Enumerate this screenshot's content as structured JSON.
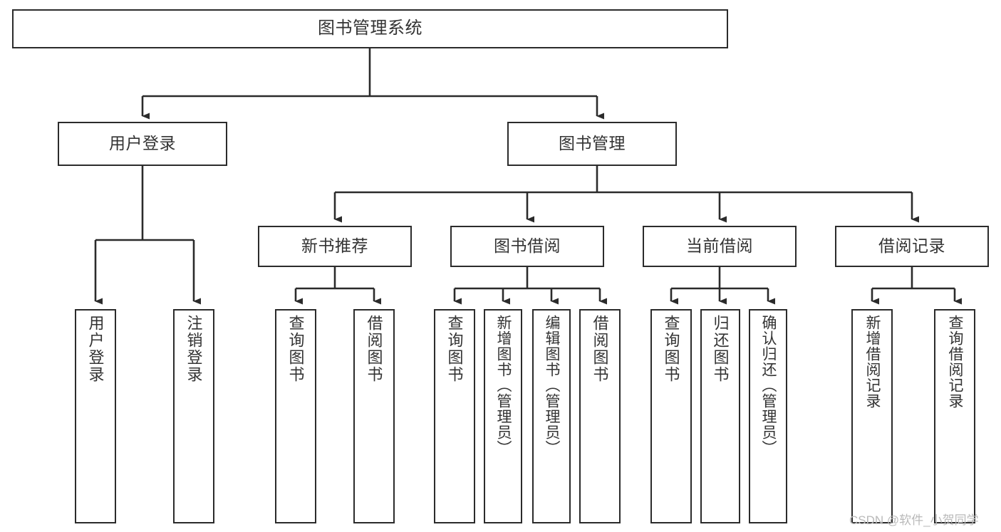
{
  "diagram": {
    "title": "图书管理系统",
    "type": "tree-hierarchy-chart",
    "root": {
      "label": "图书管理系统"
    },
    "level2": [
      {
        "label": "用户登录"
      },
      {
        "label": "图书管理"
      }
    ],
    "level3": [
      {
        "label": "新书推荐"
      },
      {
        "label": "图书借阅"
      },
      {
        "label": "当前借阅"
      },
      {
        "label": "借阅记录"
      }
    ],
    "leaves_user_login": [
      {
        "label": "用户登录"
      },
      {
        "label": "注销登录"
      }
    ],
    "leaves_new_book": [
      {
        "label": "查询图书"
      },
      {
        "label": "借阅图书"
      }
    ],
    "leaves_borrow": [
      {
        "label": "查询图书"
      },
      {
        "label": "新增图书（管理员）"
      },
      {
        "label": "编辑图书（管理员）"
      },
      {
        "label": "借阅图书"
      }
    ],
    "leaves_current": [
      {
        "label": "查询图书"
      },
      {
        "label": "归还图书"
      },
      {
        "label": "确认归还（管理员）"
      }
    ],
    "leaves_record": [
      {
        "label": "新增借阅记录"
      },
      {
        "label": "查询借阅记录"
      }
    ],
    "watermark": "CSDN @软件_小贺同学",
    "colors": {
      "stroke": "#2b2b2b",
      "text": "#333333",
      "background": "#ffffff",
      "watermark": "#b9b9b9"
    }
  }
}
